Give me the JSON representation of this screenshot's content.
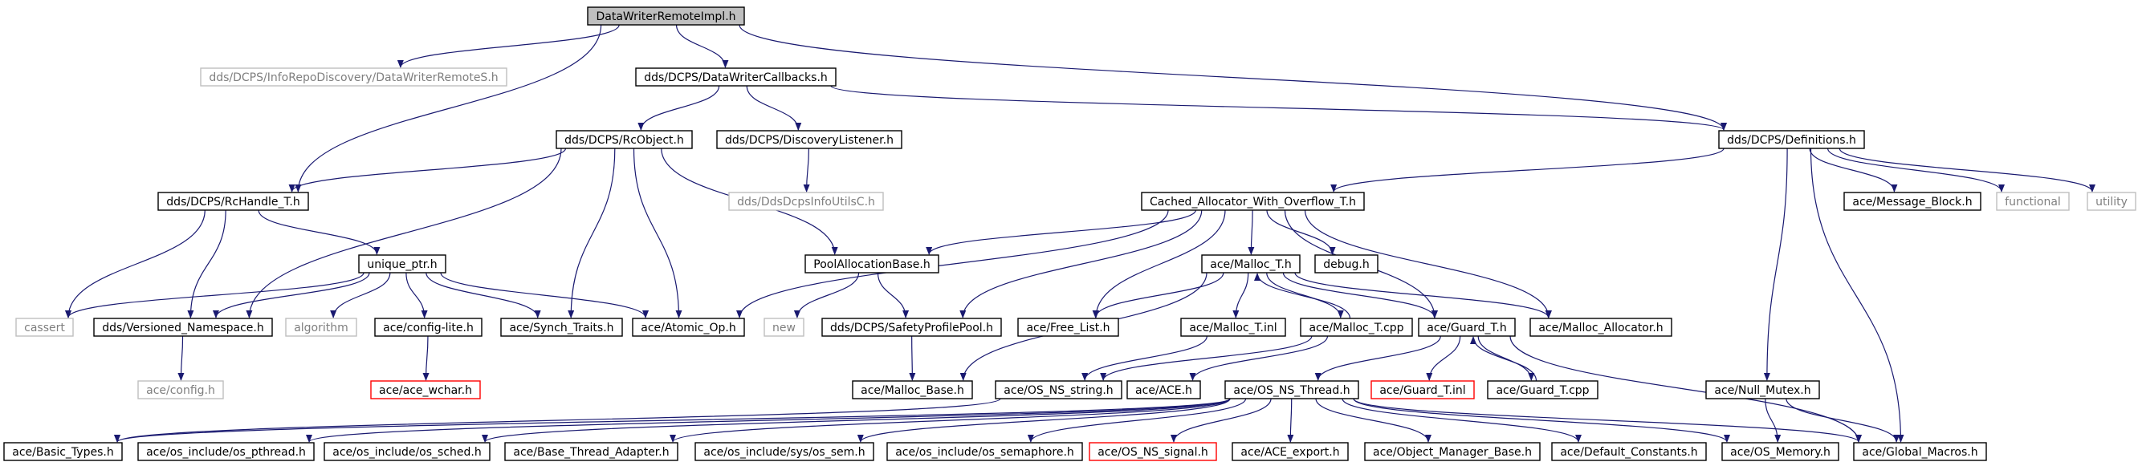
{
  "colors": {
    "edge": "#191970",
    "text": "#000000",
    "text_muted": "#7f7f7f",
    "border_default": "#000000",
    "border_external": "#bfbfbf",
    "border_missing": "#ff0000",
    "root_fill": "#bfbfbf",
    "fill": "#ffffff"
  },
  "nodes": [
    {
      "id": "n_root",
      "label": "DataWriterRemoteImpl.h",
      "style": "root"
    },
    {
      "id": "n_dwr",
      "label": "dds/DCPS/InfoRepoDiscovery/DataWriterRemoteS.h",
      "style": "external"
    },
    {
      "id": "n_dwcb",
      "label": "dds/DCPS/DataWriterCallbacks.h",
      "style": "default"
    },
    {
      "id": "n_defs",
      "label": "dds/DCPS/Definitions.h",
      "style": "default"
    },
    {
      "id": "n_rcobj",
      "label": "dds/DCPS/RcObject.h",
      "style": "default"
    },
    {
      "id": "n_disc",
      "label": "dds/DCPS/DiscoveryListener.h",
      "style": "default"
    },
    {
      "id": "n_dcpsinfo",
      "label": "dds/DdsDcpsInfoUtilsC.h",
      "style": "external"
    },
    {
      "id": "n_rchandle",
      "label": "dds/DCPS/RcHandle_T.h",
      "style": "default"
    },
    {
      "id": "n_cached",
      "label": "Cached_Allocator_With_Overflow_T.h",
      "style": "default"
    },
    {
      "id": "n_msgblock",
      "label": "ace/Message_Block.h",
      "style": "default"
    },
    {
      "id": "n_functional",
      "label": "functional",
      "style": "external"
    },
    {
      "id": "n_utility",
      "label": "utility",
      "style": "external"
    },
    {
      "id": "n_uptr",
      "label": "unique_ptr.h",
      "style": "default"
    },
    {
      "id": "n_pool",
      "label": "PoolAllocationBase.h",
      "style": "default"
    },
    {
      "id": "n_malloc",
      "label": "ace/Malloc_T.h",
      "style": "default"
    },
    {
      "id": "n_debug",
      "label": "debug.h",
      "style": "default"
    },
    {
      "id": "n_cassert",
      "label": "cassert",
      "style": "external"
    },
    {
      "id": "n_versioned",
      "label": "dds/Versioned_Namespace.h",
      "style": "default"
    },
    {
      "id": "n_algorithm",
      "label": "algorithm",
      "style": "external"
    },
    {
      "id": "n_configlite",
      "label": "ace/config-lite.h",
      "style": "default"
    },
    {
      "id": "n_synch",
      "label": "ace/Synch_Traits.h",
      "style": "default"
    },
    {
      "id": "n_atomic",
      "label": "ace/Atomic_Op.h",
      "style": "default"
    },
    {
      "id": "n_new",
      "label": "new",
      "style": "external"
    },
    {
      "id": "n_safety",
      "label": "dds/DCPS/SafetyProfilePool.h",
      "style": "default"
    },
    {
      "id": "n_freelist",
      "label": "ace/Free_List.h",
      "style": "default"
    },
    {
      "id": "n_mallocinl",
      "label": "ace/Malloc_T.inl",
      "style": "default"
    },
    {
      "id": "n_malloccpp",
      "label": "ace/Malloc_T.cpp",
      "style": "default"
    },
    {
      "id": "n_guard",
      "label": "ace/Guard_T.h",
      "style": "default"
    },
    {
      "id": "n_mallocalloc",
      "label": "ace/Malloc_Allocator.h",
      "style": "default"
    },
    {
      "id": "n_config",
      "label": "ace/config.h",
      "style": "external"
    },
    {
      "id": "n_wchar",
      "label": "ace/ace_wchar.h",
      "style": "missing"
    },
    {
      "id": "n_mallocbase",
      "label": "ace/Malloc_Base.h",
      "style": "default"
    },
    {
      "id": "n_osnsstr",
      "label": "ace/OS_NS_string.h",
      "style": "default"
    },
    {
      "id": "n_ace",
      "label": "ace/ACE.h",
      "style": "default"
    },
    {
      "id": "n_osthread",
      "label": "ace/OS_NS_Thread.h",
      "style": "default"
    },
    {
      "id": "n_guardinl",
      "label": "ace/Guard_T.inl",
      "style": "missing"
    },
    {
      "id": "n_guardcpp",
      "label": "ace/Guard_T.cpp",
      "style": "default"
    },
    {
      "id": "n_nullmutex",
      "label": "ace/Null_Mutex.h",
      "style": "default"
    },
    {
      "id": "n_basictypes",
      "label": "ace/Basic_Types.h",
      "style": "default"
    },
    {
      "id": "n_pthread",
      "label": "ace/os_include/os_pthread.h",
      "style": "default"
    },
    {
      "id": "n_sched",
      "label": "ace/os_include/os_sched.h",
      "style": "default"
    },
    {
      "id": "n_basethread",
      "label": "ace/Base_Thread_Adapter.h",
      "style": "default"
    },
    {
      "id": "n_syssem",
      "label": "ace/os_include/sys/os_sem.h",
      "style": "default"
    },
    {
      "id": "n_semaphore",
      "label": "ace/os_include/os_semaphore.h",
      "style": "default"
    },
    {
      "id": "n_signal",
      "label": "ace/OS_NS_signal.h",
      "style": "missing"
    },
    {
      "id": "n_aceexport",
      "label": "ace/ACE_export.h",
      "style": "default"
    },
    {
      "id": "n_objmgr",
      "label": "ace/Object_Manager_Base.h",
      "style": "default"
    },
    {
      "id": "n_defconst",
      "label": "ace/Default_Constants.h",
      "style": "default"
    },
    {
      "id": "n_osmemory",
      "label": "ace/OS_Memory.h",
      "style": "default"
    },
    {
      "id": "n_globalmacros",
      "label": "ace/Global_Macros.h",
      "style": "default"
    }
  ],
  "edges": [
    [
      "n_root",
      "n_dwr"
    ],
    [
      "n_root",
      "n_dwcb"
    ],
    [
      "n_root",
      "n_rchandle"
    ],
    [
      "n_root",
      "n_defs"
    ],
    [
      "n_dwcb",
      "n_rcobj"
    ],
    [
      "n_dwcb",
      "n_disc"
    ],
    [
      "n_dwcb",
      "n_defs"
    ],
    [
      "n_disc",
      "n_dcpsinfo"
    ],
    [
      "n_rcobj",
      "n_rchandle"
    ],
    [
      "n_rcobj",
      "n_versioned"
    ],
    [
      "n_rcobj",
      "n_synch"
    ],
    [
      "n_rcobj",
      "n_atomic"
    ],
    [
      "n_rcobj",
      "n_pool"
    ],
    [
      "n_rchandle",
      "n_cassert"
    ],
    [
      "n_rchandle",
      "n_versioned"
    ],
    [
      "n_rchandle",
      "n_uptr"
    ],
    [
      "n_uptr",
      "n_cassert"
    ],
    [
      "n_uptr",
      "n_versioned"
    ],
    [
      "n_uptr",
      "n_algorithm"
    ],
    [
      "n_uptr",
      "n_configlite"
    ],
    [
      "n_uptr",
      "n_synch"
    ],
    [
      "n_uptr",
      "n_atomic"
    ],
    [
      "n_configlite",
      "n_wchar"
    ],
    [
      "n_versioned",
      "n_config"
    ],
    [
      "n_defs",
      "n_cached"
    ],
    [
      "n_defs",
      "n_msgblock"
    ],
    [
      "n_defs",
      "n_functional"
    ],
    [
      "n_defs",
      "n_utility"
    ],
    [
      "n_defs",
      "n_nullmutex"
    ],
    [
      "n_defs",
      "n_globalmacros"
    ],
    [
      "n_cached",
      "n_atomic"
    ],
    [
      "n_cached",
      "n_pool"
    ],
    [
      "n_cached",
      "n_safety"
    ],
    [
      "n_cached",
      "n_freelist"
    ],
    [
      "n_cached",
      "n_malloc"
    ],
    [
      "n_cached",
      "n_debug"
    ],
    [
      "n_cached",
      "n_guard"
    ],
    [
      "n_cached",
      "n_mallocalloc"
    ],
    [
      "n_pool",
      "n_new"
    ],
    [
      "n_pool",
      "n_safety"
    ],
    [
      "n_safety",
      "n_mallocbase"
    ],
    [
      "n_malloc",
      "n_freelist"
    ],
    [
      "n_malloc",
      "n_mallocbase"
    ],
    [
      "n_malloc",
      "n_mallocinl"
    ],
    [
      "n_malloc",
      "n_malloccpp"
    ],
    [
      "n_malloc",
      "n_guard"
    ],
    [
      "n_malloc",
      "n_mallocalloc"
    ],
    [
      "n_malloccpp",
      "n_malloc"
    ],
    [
      "n_malloccpp",
      "n_osnsstr"
    ],
    [
      "n_malloccpp",
      "n_ace"
    ],
    [
      "n_mallocinl",
      "n_osnsstr"
    ],
    [
      "n_guard",
      "n_osthread"
    ],
    [
      "n_guard",
      "n_guardinl"
    ],
    [
      "n_guard",
      "n_guardcpp"
    ],
    [
      "n_guard",
      "n_globalmacros"
    ],
    [
      "n_guardcpp",
      "n_guard"
    ],
    [
      "n_osnsstr",
      "n_basictypes"
    ],
    [
      "n_osthread",
      "n_basictypes"
    ],
    [
      "n_osthread",
      "n_pthread"
    ],
    [
      "n_osthread",
      "n_sched"
    ],
    [
      "n_osthread",
      "n_basethread"
    ],
    [
      "n_osthread",
      "n_syssem"
    ],
    [
      "n_osthread",
      "n_semaphore"
    ],
    [
      "n_osthread",
      "n_signal"
    ],
    [
      "n_osthread",
      "n_aceexport"
    ],
    [
      "n_osthread",
      "n_objmgr"
    ],
    [
      "n_osthread",
      "n_defconst"
    ],
    [
      "n_osthread",
      "n_osmemory"
    ],
    [
      "n_osthread",
      "n_globalmacros"
    ],
    [
      "n_nullmutex",
      "n_osmemory"
    ],
    [
      "n_nullmutex",
      "n_globalmacros"
    ]
  ]
}
